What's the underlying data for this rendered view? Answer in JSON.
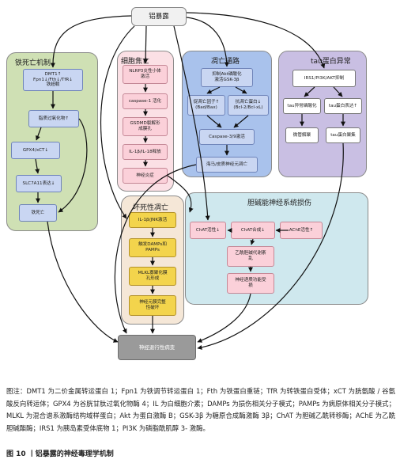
{
  "top_node": "铝暴露",
  "panels": {
    "ferroptosis": {
      "title": "铁死亡机制",
      "boxes": [
        "DMT1↑\nFpn1↓/Fth↓/TfR↓\n铁超载",
        "脂质过氧化物↑",
        "GPX4/xCT↓",
        "SLC7A11表达↓",
        "铁死亡"
      ]
    },
    "pyroptosis": {
      "title": "细胞焦亡",
      "boxes": [
        "NLRP3炎性小体\n激活",
        "caspase-1 活化",
        "GSDMD裂解形\n成膜孔",
        "IL-1β/IL-18释放",
        "神经炎症"
      ]
    },
    "apoptosis": {
      "title": "凋亡通路",
      "boxes": [
        "抑制Akt磷酸化\n激活GSK-3β",
        "促凋亡因子↑\n(Bad/Bax)",
        "抗凋亡蛋白↓\n(Bcl-2/Bcl-xL)",
        "Caspase-3/9激活",
        "海马/皮质神经元凋亡"
      ]
    },
    "tau": {
      "title": "tau蛋白异常",
      "boxes": [
        "IRS1/PI3K/AKT抑制",
        "tau异常磷酸化",
        "tau蛋白表达↑",
        "微管解聚",
        "tau蛋白聚集"
      ]
    },
    "necroptosis": {
      "title": "坏死性凋亡",
      "boxes": [
        "IL-1β/JNK激活",
        "触发DAMPs和\nPAMPs",
        "MLKL寡聚化膜\n孔形成",
        "神经元膜完整\n性破坏"
      ]
    },
    "cholinergic": {
      "title": "胆碱能神经系统损伤",
      "boxes": [
        "ChAT活性↓",
        "ChAT合成↓",
        "AChE活性↑",
        "乙酰胆碱代谢紊\n乱",
        "神经递质功能受\n损"
      ]
    }
  },
  "bottom_node": "神经退行性病变",
  "caption": "图注：DMT1 为二价金属转运蛋白 1；Fpn1 为铁调节转运蛋白 1；Fth 为铁蛋白重链；TfR 为转铁蛋白受体；xCT 为胱氨酸 / 谷氨酸反向转运体；GPX4 为谷胱甘肽过氧化物酶 4；IL 为白细胞介素；DAMPs 为损伤相关分子模式；PAMPs 为病原体相关分子模式；MLKL 为混合谱系激酶结构域样蛋白；Akt 为蛋白激酶 B；GSK-3β 为糖原合成酶激酶 3β；ChAT 为胆碱乙酰转移酶；AChE 为乙酰胆碱酯酶；IRS1 为胰岛素受体底物 1；PI3K 为磷脂酰肌醇 3- 激酶。",
  "figure_label": "图 10 丨铝暴露的神经毒理学机制",
  "colors": {
    "ferroptosis_bg": "#cfe0b4",
    "pyroptosis_bg": "#fbe0e5",
    "apoptosis_bg": "#a9c2ec",
    "tau_bg": "#c9bfe3",
    "necroptosis_bg": "#f5e7d7",
    "cholinergic_bg": "#cfe8ee"
  }
}
